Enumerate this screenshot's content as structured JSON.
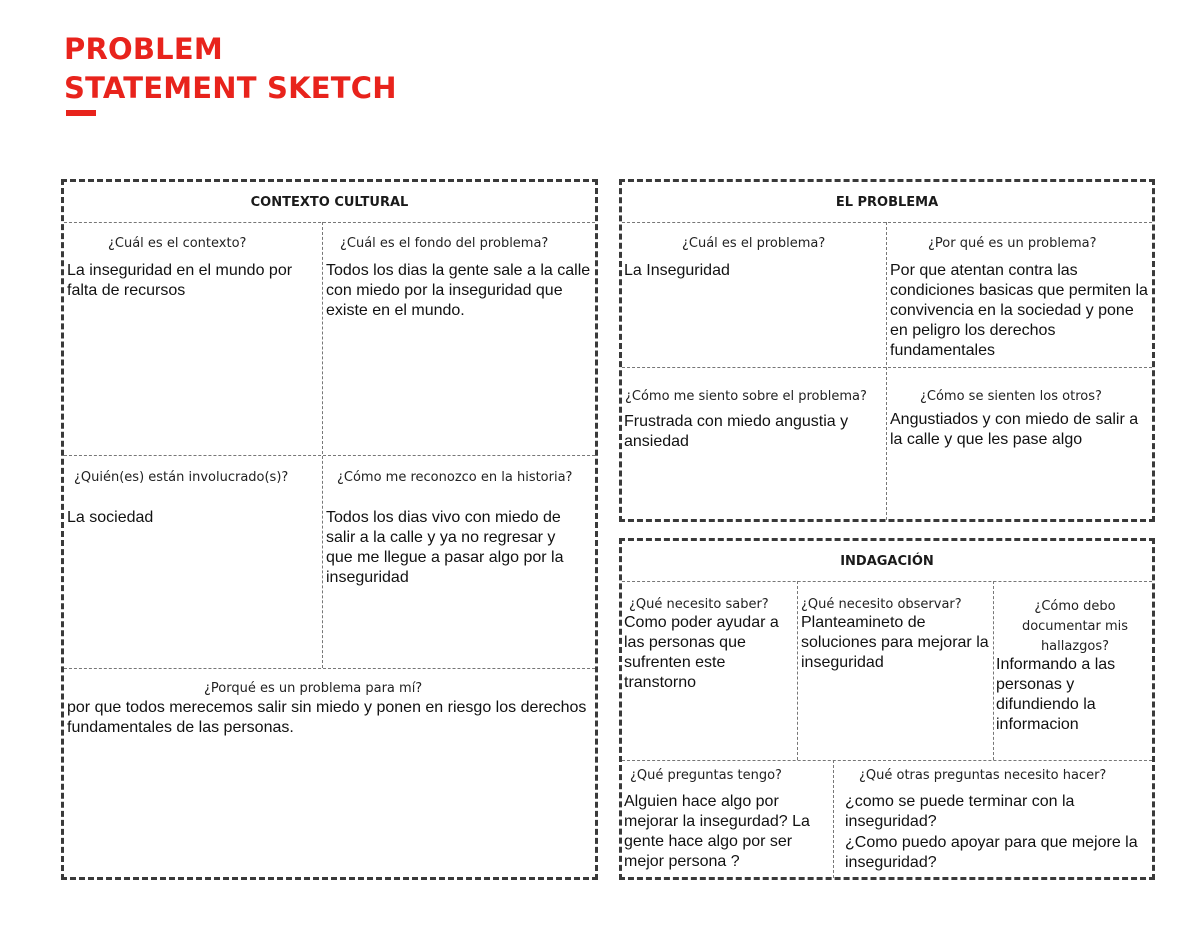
{
  "title": {
    "line1": "PROBLEM",
    "line2": "STATEMENT SKETCH"
  },
  "contexto": {
    "header": "CONTEXTO CULTURAL",
    "q1": "¿Cuál es el contexto?",
    "a1": "La inseguridad en el mundo por falta de recursos",
    "q2": "¿Cuál es el fondo del problema?",
    "a2": "Todos los dias la gente sale a la calle con miedo por la inseguridad que existe en el mundo.",
    "q3": "¿Quién(es) están involucrado(s)?",
    "a3": "La sociedad",
    "q4": "¿Cómo me reconozco en la historia?",
    "a4": "Todos los dias vivo con miedo de salir a la calle y ya no regresar y que me llegue a pasar algo por la inseguridad",
    "q5": "¿Porqué es un problema para mí?",
    "a5": "por que todos merecemos salir sin miedo y ponen en riesgo los derechos fundamentales de las personas."
  },
  "problema": {
    "header": "EL PROBLEMA",
    "q1": "¿Cuál es el problema?",
    "a1": "La Inseguridad",
    "q2": "¿Por qué es un problema?",
    "a2": "Por que atentan contra las condiciones basicas que permiten la convivencia en la sociedad y pone en peligro los derechos fundamentales",
    "q3": "¿Cómo me siento sobre el problema?",
    "a3": "Frustrada con miedo angustia y ansiedad",
    "q4": "¿Cómo se sienten los otros?",
    "a4": "Angustiados y con miedo de salir a la calle y que les pase algo"
  },
  "indagacion": {
    "header": "INDAGACIÓN",
    "q1": "¿Qué necesito saber?",
    "a1": "Como poder ayudar a las personas que sufrenten este transtorno",
    "q2": "¿Qué necesito observar?",
    "a2": "Planteamineto de soluciones para mejorar la inseguridad",
    "q3": "¿Cómo debo documentar mis hallazgos?",
    "a3": "Informando a las personas y difundiendo la informacion",
    "q4": "¿Qué preguntas tengo?",
    "a4": "Alguien hace algo por mejorar la insegurdad? La gente hace algo por ser mejor persona ?",
    "q5": "¿Qué otras preguntas necesito hacer?",
    "a5_line1": "¿como se puede terminar con la inseguridad?",
    "a5_line2": "¿Como puedo apoyar para que mejore la inseguridad?"
  }
}
